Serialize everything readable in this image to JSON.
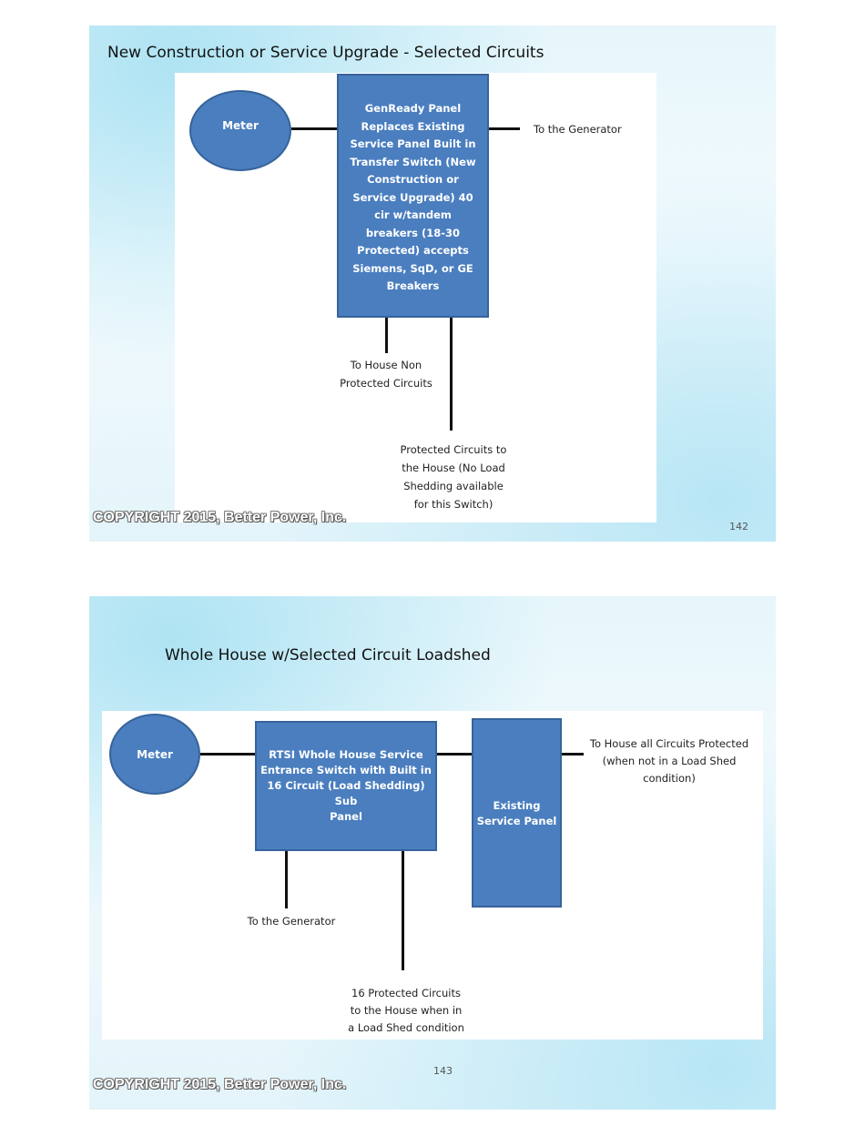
{
  "slide1": {
    "title": "New Construction or Service Upgrade - Selected Circuits",
    "meter": "Meter",
    "panel_lines": [
      "GenReady Panel",
      "Replaces Existing",
      "Service Panel  Built in",
      "Transfer Switch (New",
      "Construction or",
      "Service Upgrade)  40",
      "cir w/tandem",
      "breakers (18-30",
      "Protected) accepts",
      "Siemens, SqD, or GE",
      "Breakers"
    ],
    "to_generator": "To the Generator",
    "non_protected_lines": [
      "To House Non",
      "Protected Circuits"
    ],
    "protected_lines": [
      "Protected Circuits to",
      "the House (No Load",
      "Shedding  available",
      "for this Switch)"
    ],
    "copyright": "COPYRIGHT 2015, Better Power, Inc.",
    "page_number": "142"
  },
  "slide2": {
    "title": "Whole House w/Selected Circuit Loadshed",
    "meter": "Meter",
    "rtsi_lines": [
      "RTSI Whole House Service",
      "Entrance Switch with  Built in",
      "16 Circuit  (Load Shedding) Sub",
      "Panel"
    ],
    "existing_lines": [
      "Existing",
      "Service Panel"
    ],
    "all_protected_lines": [
      "To House all Circuits Protected",
      "(when not in a Load Shed",
      "condition)"
    ],
    "to_generator": "To the Generator",
    "sixteen_lines": [
      "16 Protected  Circuits",
      "to the House when in",
      "a Load Shed condition"
    ],
    "page_number": "143",
    "copyright": "COPYRIGHT 2015, Better Power, Inc."
  }
}
